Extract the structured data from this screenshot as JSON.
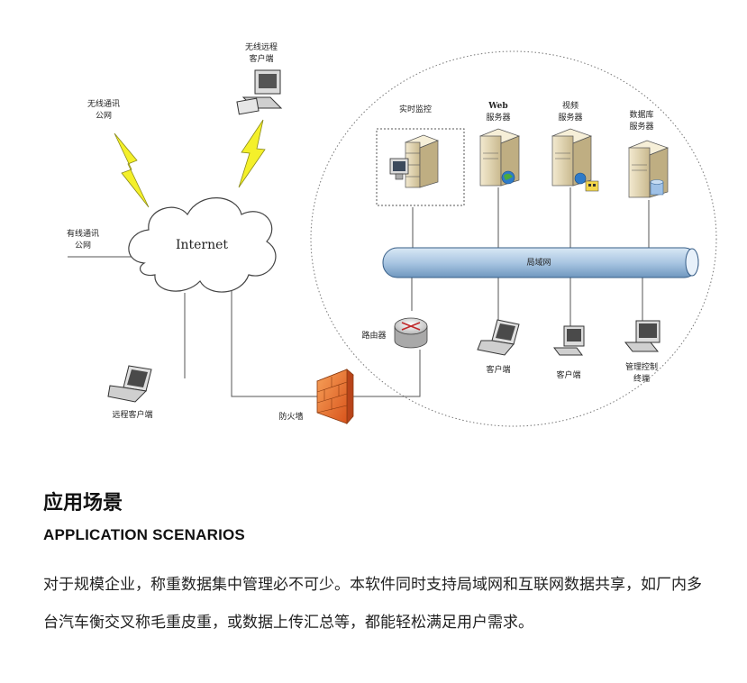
{
  "diagram": {
    "labels": {
      "wireless_remote_client": [
        "无线远程",
        "客户端"
      ],
      "wireless_network": [
        "无线通讯",
        "公网"
      ],
      "wired_network": [
        "有线通讯",
        "公网"
      ],
      "internet": "Internet",
      "realtime_monitor": "实时监控",
      "web_server": [
        "Web",
        "服务器"
      ],
      "video_server": [
        "视频",
        "服务器"
      ],
      "database_server": [
        "数据库",
        "服务器"
      ],
      "lan": "局域网",
      "router": "路由器",
      "client_1": "客户端",
      "client_2": "客户端",
      "control_terminal": [
        "管理控制",
        "终端"
      ],
      "remote_client": "远程客户端",
      "firewall": "防火墙"
    }
  },
  "section": {
    "title": "应用场景",
    "subtitle": "APPLICATION SCENARIOS",
    "paragraph": "对于规模企业，称重数据集中管理必不可少。本软件同时支持局域网和互联网数据共享，如厂内多台汽车衡交叉称毛重皮重，或数据上传汇总等，都能轻松满足用户需求。"
  }
}
